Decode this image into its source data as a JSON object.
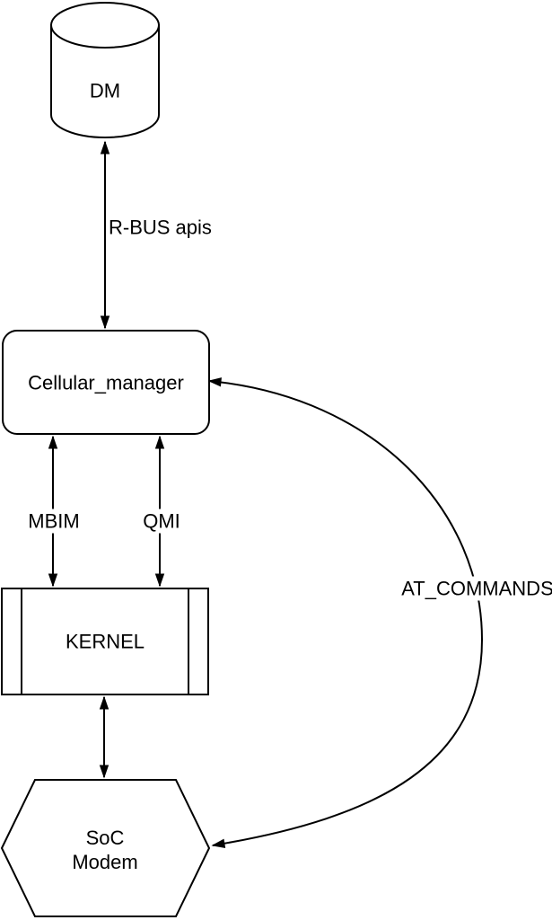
{
  "nodes": {
    "dm": {
      "label": "DM",
      "shape": "cylinder"
    },
    "cellular_manager": {
      "label": "Cellular_manager",
      "shape": "rounded-rectangle"
    },
    "kernel": {
      "label": "KERNEL",
      "shape": "process"
    },
    "soc_modem": {
      "label": "SoC Modem",
      "line1": "SoC",
      "line2": "Modem",
      "shape": "hexagon"
    }
  },
  "edges": {
    "rbus": {
      "label": "R-BUS apis",
      "from": "dm",
      "to": "cellular_manager",
      "direction": "bidirectional"
    },
    "mbim": {
      "label": "MBIM",
      "from": "cellular_manager",
      "to": "kernel",
      "direction": "bidirectional"
    },
    "qmi": {
      "label": "QMI",
      "from": "cellular_manager",
      "to": "kernel",
      "direction": "bidirectional"
    },
    "kernel_soc": {
      "label": "",
      "from": "kernel",
      "to": "soc_modem",
      "direction": "bidirectional"
    },
    "at_commands": {
      "label": "AT_COMMANDS",
      "from": "soc_modem",
      "to": "cellular_manager",
      "direction": "bidirectional"
    }
  },
  "colors": {
    "stroke": "#000000",
    "fill": "#ffffff",
    "text": "#000000",
    "background": "#ffffff"
  }
}
